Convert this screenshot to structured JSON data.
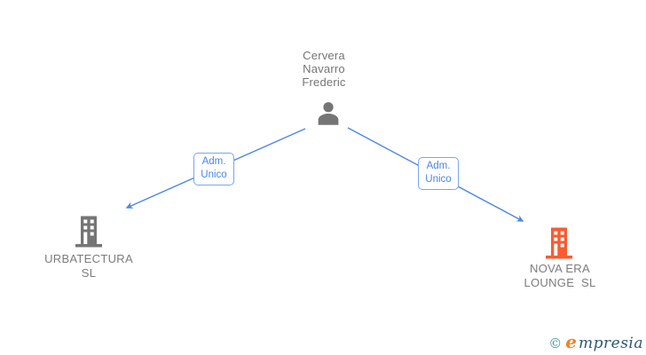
{
  "person": {
    "name": {
      "line1": "Cervera",
      "line2": "Navarro",
      "line3": "Frederic"
    }
  },
  "edges": {
    "left": {
      "label": {
        "line1": "Adm.",
        "line2": "Unico"
      }
    },
    "right": {
      "label": {
        "line1": "Adm.",
        "line2": "Unico"
      }
    }
  },
  "companies": {
    "left": {
      "name": {
        "line1": "URBATECTURA",
        "line2": "SL"
      }
    },
    "right": {
      "name": {
        "line1": "NOVA ERA",
        "line2": "LOUNGE  SL"
      }
    }
  },
  "footer": {
    "copyright": "©",
    "brand_initial": "e",
    "brand_rest": "mpresia"
  },
  "colors": {
    "edge_blue": "#4a86e8",
    "label_border_blue": "#7aa5f2",
    "node_gray": "#757575",
    "company_orange": "#fb5b30",
    "text_gray": "#7c7c7c",
    "logo_teal": "#3b8fa3",
    "logo_orange": "#f08229",
    "logo_navy": "#2d5871"
  }
}
